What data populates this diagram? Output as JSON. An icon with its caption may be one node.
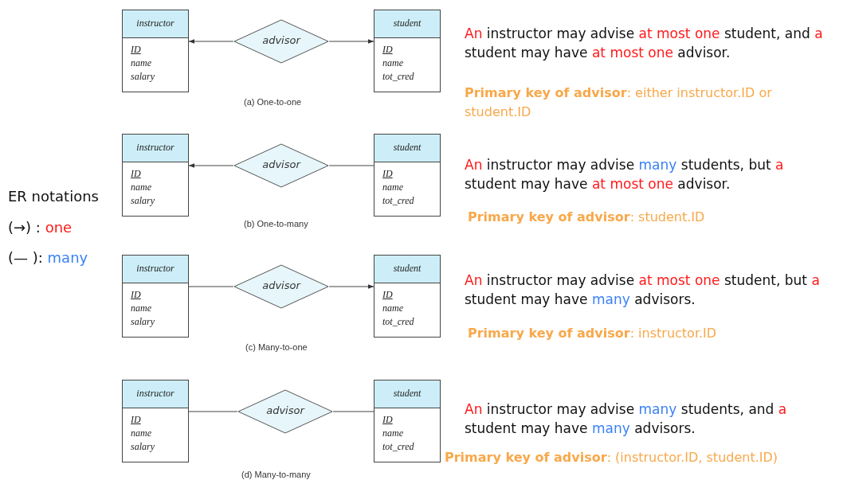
{
  "diagram": {
    "nodes": [
      {
        "text": [
          "instructor",
          "ID",
          "name",
          "salary"
        ]
      },
      {
        "text": [
          "advisor"
        ]
      },
      {
        "text": [
          "student",
          "ID",
          "name",
          "tot_cred"
        ]
      },
      {
        "text": [
          "instructor",
          "ID",
          "name",
          "salary"
        ]
      },
      {
        "text": [
          "advisor"
        ]
      },
      {
        "text": [
          "student",
          "ID",
          "name",
          "tot_cred"
        ]
      },
      {
        "text": [
          "instructor",
          "ID",
          "name",
          "salary"
        ]
      },
      {
        "text": [
          "advisor"
        ]
      },
      {
        "text": [
          "student",
          "ID",
          "name",
          "tot_cred"
        ]
      },
      {
        "text": [
          "instructor",
          "ID",
          "name",
          "salary"
        ]
      },
      {
        "text": [
          "advisor"
        ]
      },
      {
        "text": [
          "student",
          "ID",
          "name",
          "tot_cred"
        ]
      }
    ],
    "edges": [
      {
        "from": 1,
        "to": 0,
        "arrow": "to"
      },
      {
        "from": 1,
        "to": 2,
        "arrow": "to"
      },
      {
        "from": 4,
        "to": 3,
        "arrow": "to"
      },
      {
        "from": 4,
        "to": 5,
        "arrow": "none"
      },
      {
        "from": 7,
        "to": 6,
        "arrow": "none"
      },
      {
        "from": 7,
        "to": 8,
        "arrow": "to"
      },
      {
        "from": 10,
        "to": 9,
        "arrow": "none"
      },
      {
        "from": 10,
        "to": 11,
        "arrow": "none"
      }
    ],
    "labels": [
      "**An** instructor may advise **at most one** student, and **a** student may have **at most one** advisor.",
      "**Primary key of advisor**: either instructor.ID or student.ID",
      "(a) One-to-one",
      "**An** instructor may advise *many* students, but **a** student may have **at most one** advisor.",
      "ER notations",
      "**Primary key of advisor**: student.ID",
      "(b) One-to-many",
      "(→) : **one**",
      "(— ): *many*",
      "**An** instructor may advise **at most one** student, but **a** student may have *many* advisors.",
      "**Primary key of advisor**: instructor.ID",
      "(c) Many-to-one",
      "**An** instructor may advise *many* students, and **a** student may have *many* advisors.",
      "**Primary key of advisor**: (instructor.ID, student.ID)",
      "(d) Many-to-many"
    ]
  }
}
